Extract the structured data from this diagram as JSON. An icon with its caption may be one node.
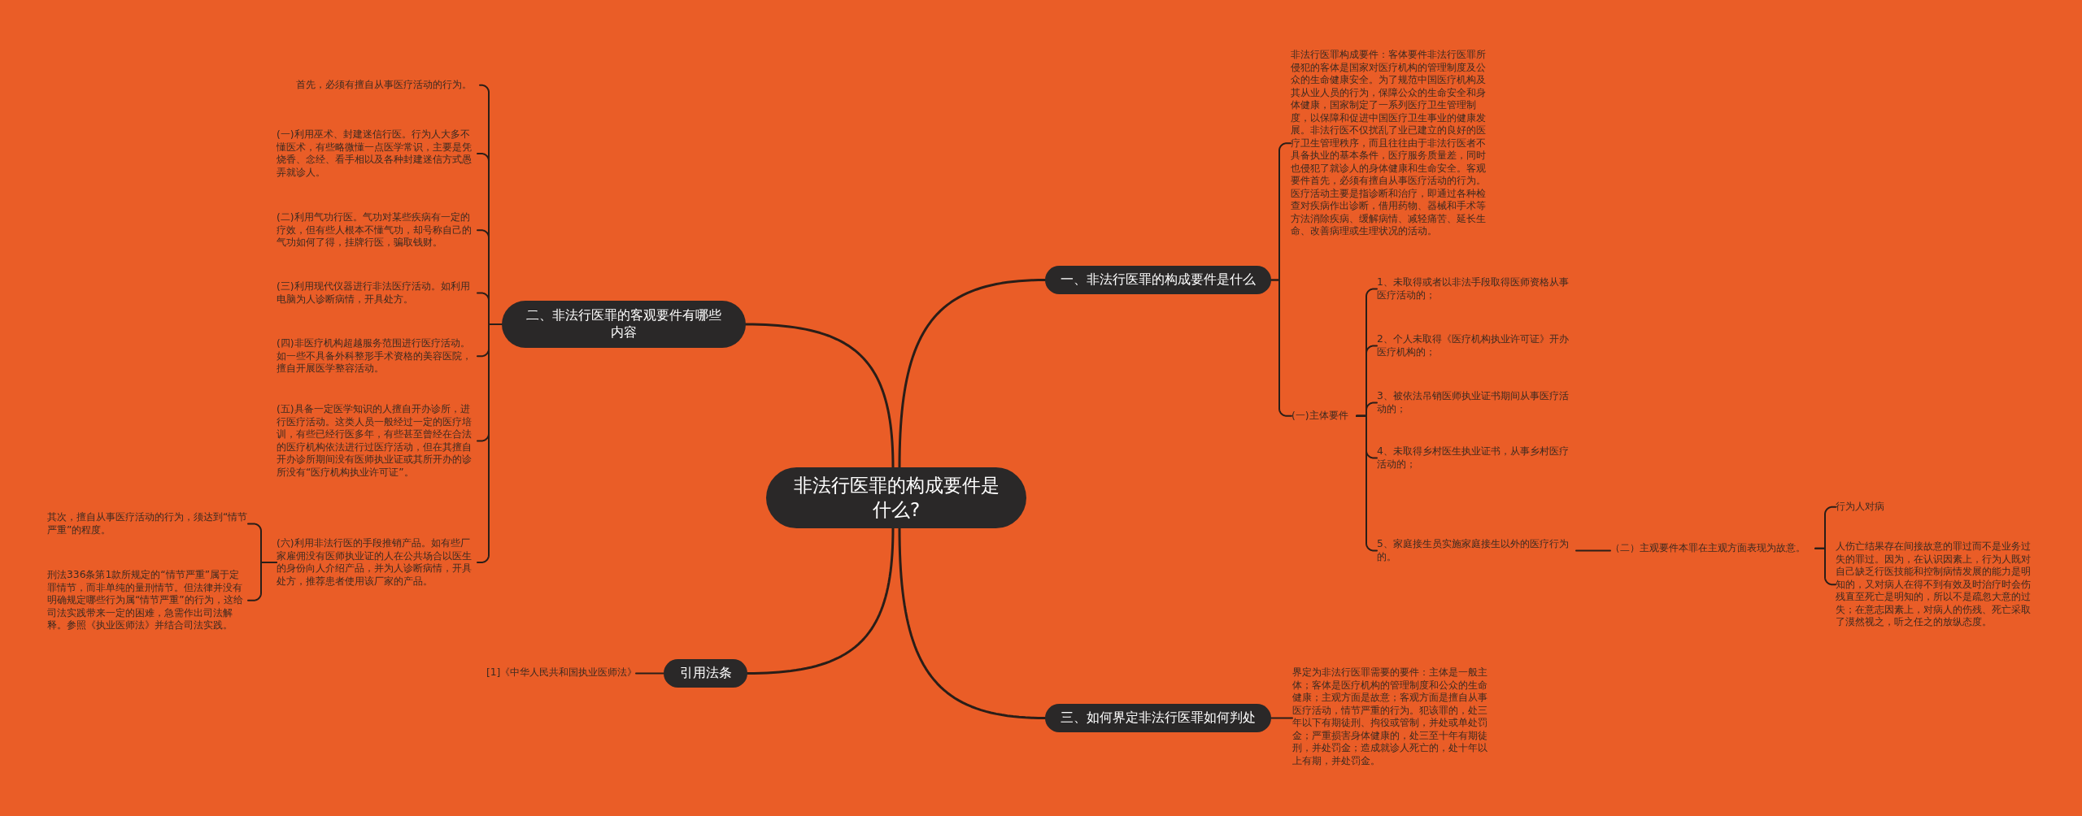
{
  "diagram": {
    "nodes": [
      {
        "text": [
          "非法行医罪的构成要件是什么?"
        ]
      },
      {
        "text": [
          "一、非法行医罪的构成要件是什么"
        ]
      },
      {
        "text": [
          "非法行医罪构成要件：客体要件非法行医罪所侵犯的客体是国家对医疗机构的管理制度及公众的生命健康安全。为了规范中国医疗机构及其从业人员的行为，保障公众的生命安全和身体健康，国家制定了一系列医疗卫生管理制度，以保障和促进中国医疗卫生事业的健康发展。非法行医不仅扰乱了业已建立的良好的医疗卫生管理秩序，而且往往由于非法行医者不具备执业的基本条件，医疗服务质量差，同时也侵犯了就诊人的身体健康和生命安全。客观要件首先，必须有擅自从事医疗活动的行为。医疗活动主要是指诊断和治疗，即通过各种检查对疾病作出诊断，借用药物、器械和手术等方法消除疾病、缓解病情、减轻痛苦、延长生命、改善病理或生理状况的活动。"
        ]
      },
      {
        "text": [
          "(一)主体要件"
        ]
      },
      {
        "text": [
          "1、未取得或者以非法手段取得医师资格从事医疗活动的；"
        ]
      },
      {
        "text": [
          "2、个人未取得《医疗机构执业许可证》开办医疗机构的；"
        ]
      },
      {
        "text": [
          "3、被依法吊销医师执业证书期间从事医疗活动的；"
        ]
      },
      {
        "text": [
          "4、未取得乡村医生执业证书，从事乡村医疗活动的；"
        ]
      },
      {
        "text": [
          "5、家庭接生员实施家庭接生以外的医疗行为的。"
        ]
      },
      {
        "text": [
          "（二）主观要件本罪在主观方面表现为故意。"
        ]
      },
      {
        "text": [
          "行为人对病"
        ]
      },
      {
        "text": [
          "人伤亡结果存在间接故意的罪过而不是业务过失的罪过。因为，在认识因素上，行为人既对自己缺乏行医技能和控制病情发展的能力是明知的，又对病人在得不到有效及时治疗时会伤残直至死亡是明知的，所以不是疏忽大意的过失；在意志因素上，对病人的伤残、死亡采取了漠然视之，听之任之的放纵态度。"
        ]
      },
      {
        "text": [
          "三、如何界定非法行医罪如何判处"
        ]
      },
      {
        "text": [
          "界定为非法行医罪需要的要件：主体是一般主体；客体是医疗机构的管理制度和公众的生命健康；主观方面是故意；客观方面是擅自从事医疗活动，情节严重的行为。犯该罪的，处三年以下有期徒刑、拘役或管制，并处或单处罚金；严重损害身体健康的，处三至十年有期徒刑，并处罚金；造成就诊人死亡的，处十年以上有期，并处罚金。"
        ]
      },
      {
        "text": [
          "二、非法行医罪的客观要件有哪些内容"
        ]
      },
      {
        "text": [
          "首先，必须有擅自从事医疗活动的行为。"
        ]
      },
      {
        "text": [
          "(一)利用巫术、封建迷信行医。行为人大多不懂医术，有些略微懂一点医学常识，主要是凭烧香、念经、看手相以及各种封建迷信方式愚弄就诊人。"
        ]
      },
      {
        "text": [
          "(二)利用气功行医。气功对某些疾病有一定的疗效，但有些人根本不懂气功，却号称自己的气功如何了得，挂牌行医，骗取钱财。"
        ]
      },
      {
        "text": [
          "(三)利用现代仪器进行非法医疗活动。如利用电脑为人诊断病情，开具处方。"
        ]
      },
      {
        "text": [
          "(四)非医疗机构超越服务范围进行医疗活动。如一些不具备外科整形手术资格的美容医院，擅自开展医学整容活动。"
        ]
      },
      {
        "text": [
          "(五)具备一定医学知识的人擅自开办诊所，进行医疗活动。这类人员一般经过一定的医疗培训，有些已经行医多年，有些甚至曾经在合法的医疗机构依法进行过医疗活动，但在其擅自开办诊所期间没有医师执业证或其所开办的诊所没有“医疗机构执业许可证”。"
        ]
      },
      {
        "text": [
          "(六)利用非法行医的手段推销产品。如有些厂家雇佣没有医师执业证的人在公共场合以医生的身份向人介绍产品，并为人诊断病情，开具处方，推荐患者使用该厂家的产品。"
        ]
      },
      {
        "text": [
          "其次，擅自从事医疗活动的行为，须达到“情节严重”的程度。"
        ]
      },
      {
        "text": [
          "刑法336条第1款所规定的“情节严重”属于定罪情节，而非单纯的量刑情节。但法律并没有明确规定哪些行为属“情节严重”的行为，这给司法实践带来一定的困难，急需作出司法解释。参照《执业医师法》并结合司法实践。"
        ]
      },
      {
        "text": [
          "引用法条"
        ]
      },
      {
        "text": [
          "[1]《中华人民共和国执业医师法》"
        ]
      }
    ],
    "edges": [
      {
        "from": 0,
        "to": 1,
        "arrow": "none"
      },
      {
        "from": 1,
        "to": 2,
        "arrow": "none"
      },
      {
        "from": 1,
        "to": 3,
        "arrow": "none"
      },
      {
        "from": 3,
        "to": 4,
        "arrow": "none"
      },
      {
        "from": 3,
        "to": 5,
        "arrow": "none"
      },
      {
        "from": 3,
        "to": 6,
        "arrow": "none"
      },
      {
        "from": 3,
        "to": 7,
        "arrow": "none"
      },
      {
        "from": 3,
        "to": 8,
        "arrow": "none"
      },
      {
        "from": 8,
        "to": 9,
        "arrow": "none"
      },
      {
        "from": 9,
        "to": 10,
        "arrow": "none"
      },
      {
        "from": 9,
        "to": 11,
        "arrow": "none"
      },
      {
        "from": 0,
        "to": 12,
        "arrow": "none"
      },
      {
        "from": 12,
        "to": 13,
        "arrow": "none"
      },
      {
        "from": 0,
        "to": 14,
        "arrow": "none"
      },
      {
        "from": 14,
        "to": 15,
        "arrow": "none"
      },
      {
        "from": 14,
        "to": 16,
        "arrow": "none"
      },
      {
        "from": 14,
        "to": 17,
        "arrow": "none"
      },
      {
        "from": 14,
        "to": 18,
        "arrow": "none"
      },
      {
        "from": 14,
        "to": 19,
        "arrow": "none"
      },
      {
        "from": 14,
        "to": 20,
        "arrow": "none"
      },
      {
        "from": 14,
        "to": 21,
        "arrow": "none"
      },
      {
        "from": 21,
        "to": 22,
        "arrow": "none"
      },
      {
        "from": 21,
        "to": 23,
        "arrow": "none"
      },
      {
        "from": 0,
        "to": 24,
        "arrow": "none"
      },
      {
        "from": 24,
        "to": 25,
        "arrow": "none"
      }
    ]
  }
}
